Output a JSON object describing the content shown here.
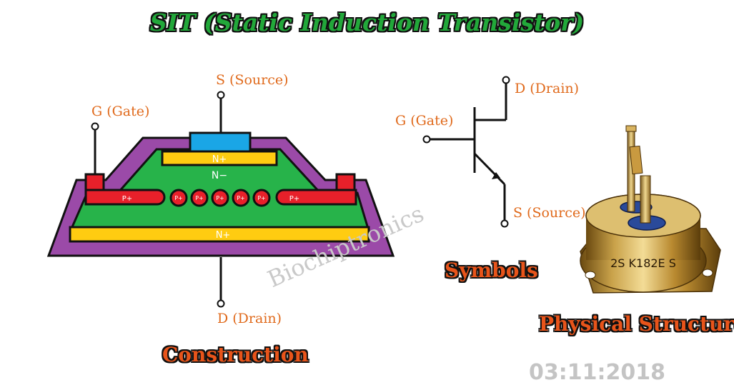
{
  "title": "SIT (Static Induction Transistor)",
  "construction": {
    "source_label": "S (Source)",
    "gate_label": "G (Gate)",
    "drain_label": "D (Drain)",
    "n_plus_top": "N+",
    "n_minus": "N−",
    "n_plus_bottom": "N+",
    "p_plus": "P+",
    "caption": "Construction"
  },
  "symbol": {
    "gate_label": "G (Gate)",
    "drain_label": "D (Drain)",
    "source_label": "S (Source)",
    "caption": "Symbols"
  },
  "physical": {
    "part_marking": "2S K182E S",
    "caption": "Physical Structure"
  },
  "watermark": "Biochiptronics",
  "date": "03:11:2018",
  "colors": {
    "title_green": "#22a83a",
    "label_orange": "#e06a1c",
    "purple": "#9b4aa8",
    "green": "#27b34a",
    "yellow": "#ffcc11",
    "red": "#e8202a",
    "blue": "#1aa6e6"
  }
}
